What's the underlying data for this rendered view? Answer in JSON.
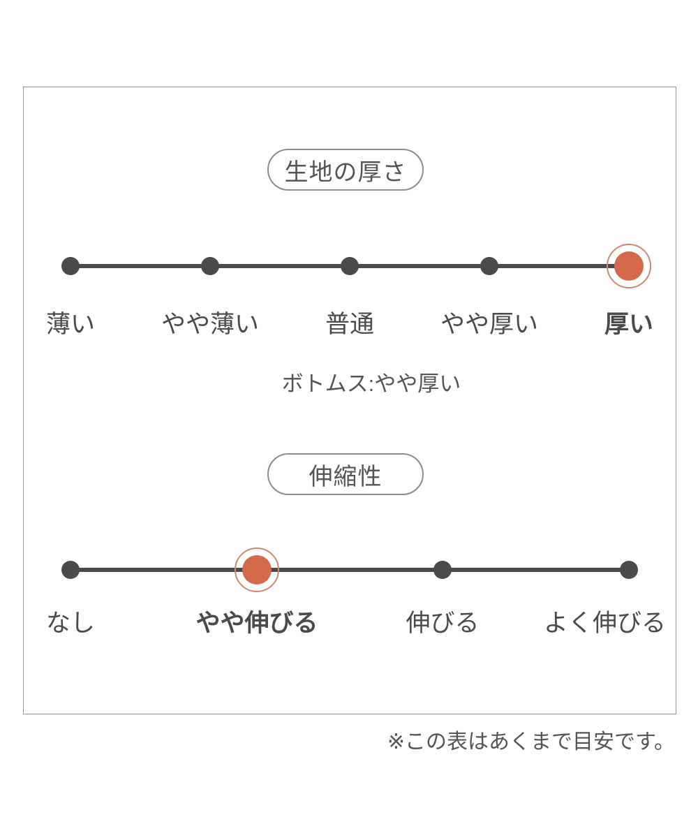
{
  "colors": {
    "accent": "#d5694b",
    "accent_ring": "#cc8a6d",
    "scale_gray": "#4a4a4a",
    "text_gray": "#555555",
    "frame_border": "#949494"
  },
  "chart_data": [
    {
      "type": "line",
      "subtype": "rating-scale",
      "title": "生地の厚さ",
      "categories": [
        "薄い",
        "やや薄い",
        "普通",
        "やや厚い",
        "厚い"
      ],
      "num_points": 5,
      "selected_index": 4,
      "selected_label": "厚い",
      "annotation": "ボトムス:やや厚い",
      "legend_position": "none",
      "grid": false
    },
    {
      "type": "line",
      "subtype": "rating-scale",
      "title": "伸縮性",
      "categories": [
        "なし",
        "やや伸びる",
        "伸びる",
        "よく伸びる"
      ],
      "num_points": 4,
      "selected_index": 1,
      "selected_label": "やや伸びる",
      "legend_position": "none",
      "grid": false
    }
  ],
  "footnote": "※この表はあくまで目安です。"
}
